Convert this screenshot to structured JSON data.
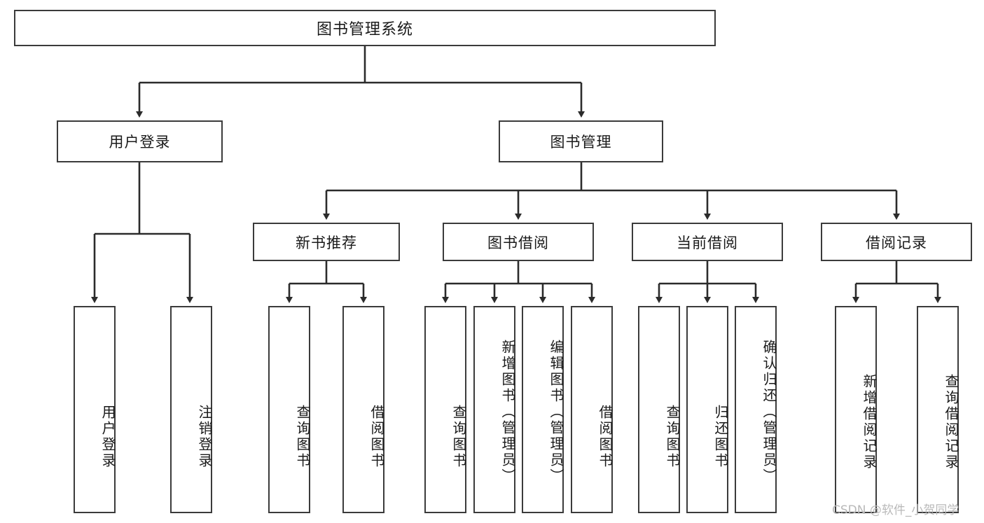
{
  "diagram": {
    "title": "图书管理系统",
    "type": "tree-diagram",
    "root": {
      "id": "root",
      "label": "图书管理系统"
    },
    "level2": [
      {
        "id": "user-login",
        "label": "用户登录"
      },
      {
        "id": "book-manage",
        "label": "图书管理"
      }
    ],
    "level3": [
      {
        "id": "new-book-recommend",
        "label": "新书推荐"
      },
      {
        "id": "book-borrow",
        "label": "图书借阅"
      },
      {
        "id": "current-borrow",
        "label": "当前借阅"
      },
      {
        "id": "borrow-record",
        "label": "借阅记录"
      }
    ],
    "leaves": {
      "user_login": [
        {
          "id": "leaf-user-login",
          "label": "用户登录"
        },
        {
          "id": "leaf-logout-login",
          "label": "注销登录"
        }
      ],
      "new_book_recommend": [
        {
          "id": "leaf-query-book-1",
          "label": "查询图书"
        },
        {
          "id": "leaf-borrow-book-1",
          "label": "借阅图书"
        }
      ],
      "book_borrow": [
        {
          "id": "leaf-query-book-2",
          "label": "查询图书"
        },
        {
          "id": "leaf-add-book",
          "label": "新增图书（管理员）"
        },
        {
          "id": "leaf-edit-book",
          "label": "编辑图书（管理员）"
        },
        {
          "id": "leaf-borrow-book-2",
          "label": "借阅图书"
        }
      ],
      "current_borrow": [
        {
          "id": "leaf-query-book-3",
          "label": "查询图书"
        },
        {
          "id": "leaf-return-book",
          "label": "归还图书"
        },
        {
          "id": "leaf-confirm-return",
          "label": "确认归还（管理员）"
        }
      ],
      "borrow_record": [
        {
          "id": "leaf-add-record",
          "label": "新增借阅记录"
        },
        {
          "id": "leaf-query-record",
          "label": "查询借阅记录"
        }
      ]
    }
  },
  "watermark": {
    "text": "CSDN @软件_小贺同学"
  },
  "colors": {
    "box_border": "#3b3b3b",
    "box_fill": "#ffffff",
    "edge": "#2b2b2b",
    "text": "#1a1a1a",
    "watermark": "#b9b9b9"
  }
}
